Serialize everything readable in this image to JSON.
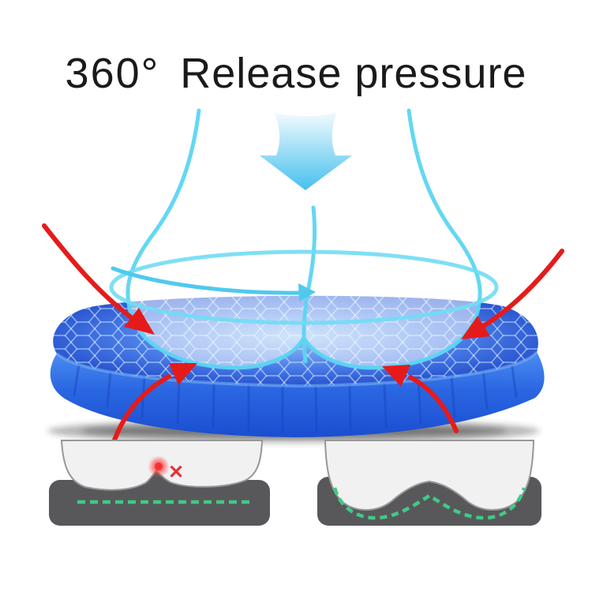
{
  "title": {
    "degree_text": "360°",
    "main_text": "Release pressure"
  },
  "comparison": {
    "left": {
      "meaning": "hard flat cushion creates pressure point",
      "wrong_mark": "✕"
    },
    "right": {
      "meaning": "gel cushion contours and adapts to body"
    }
  },
  "icons": {
    "pressure_arrow": "down-arrow-icon",
    "rotation_ring": "rotation-ellipse-arrow-icon",
    "red_arrows": [
      "curved-arrow-top-left-icon",
      "curved-arrow-top-right-icon",
      "curved-arrow-bottom-left-icon",
      "curved-arrow-bottom-right-icon"
    ],
    "pressure_point": "red-glow-dot-icon"
  },
  "colors": {
    "title_text": "#1a1a1a",
    "body_outline_cyan": "#5cd5f2",
    "down_arrow_top": "#f4fbfe",
    "down_arrow_bottom": "#45c0ee",
    "red_arrow": "#e51b1b",
    "cushion_side_blue": "#2a66e2",
    "cushion_top_deep_blue": "#1c45c6",
    "cushion_contact_light": "#cfe2fb",
    "hard_cushion_gray": "#58585a",
    "body_gray": "#f1f1f2",
    "adapt_line_green": "#3fca86",
    "pressure_dot_red": "#ff2a2a"
  }
}
